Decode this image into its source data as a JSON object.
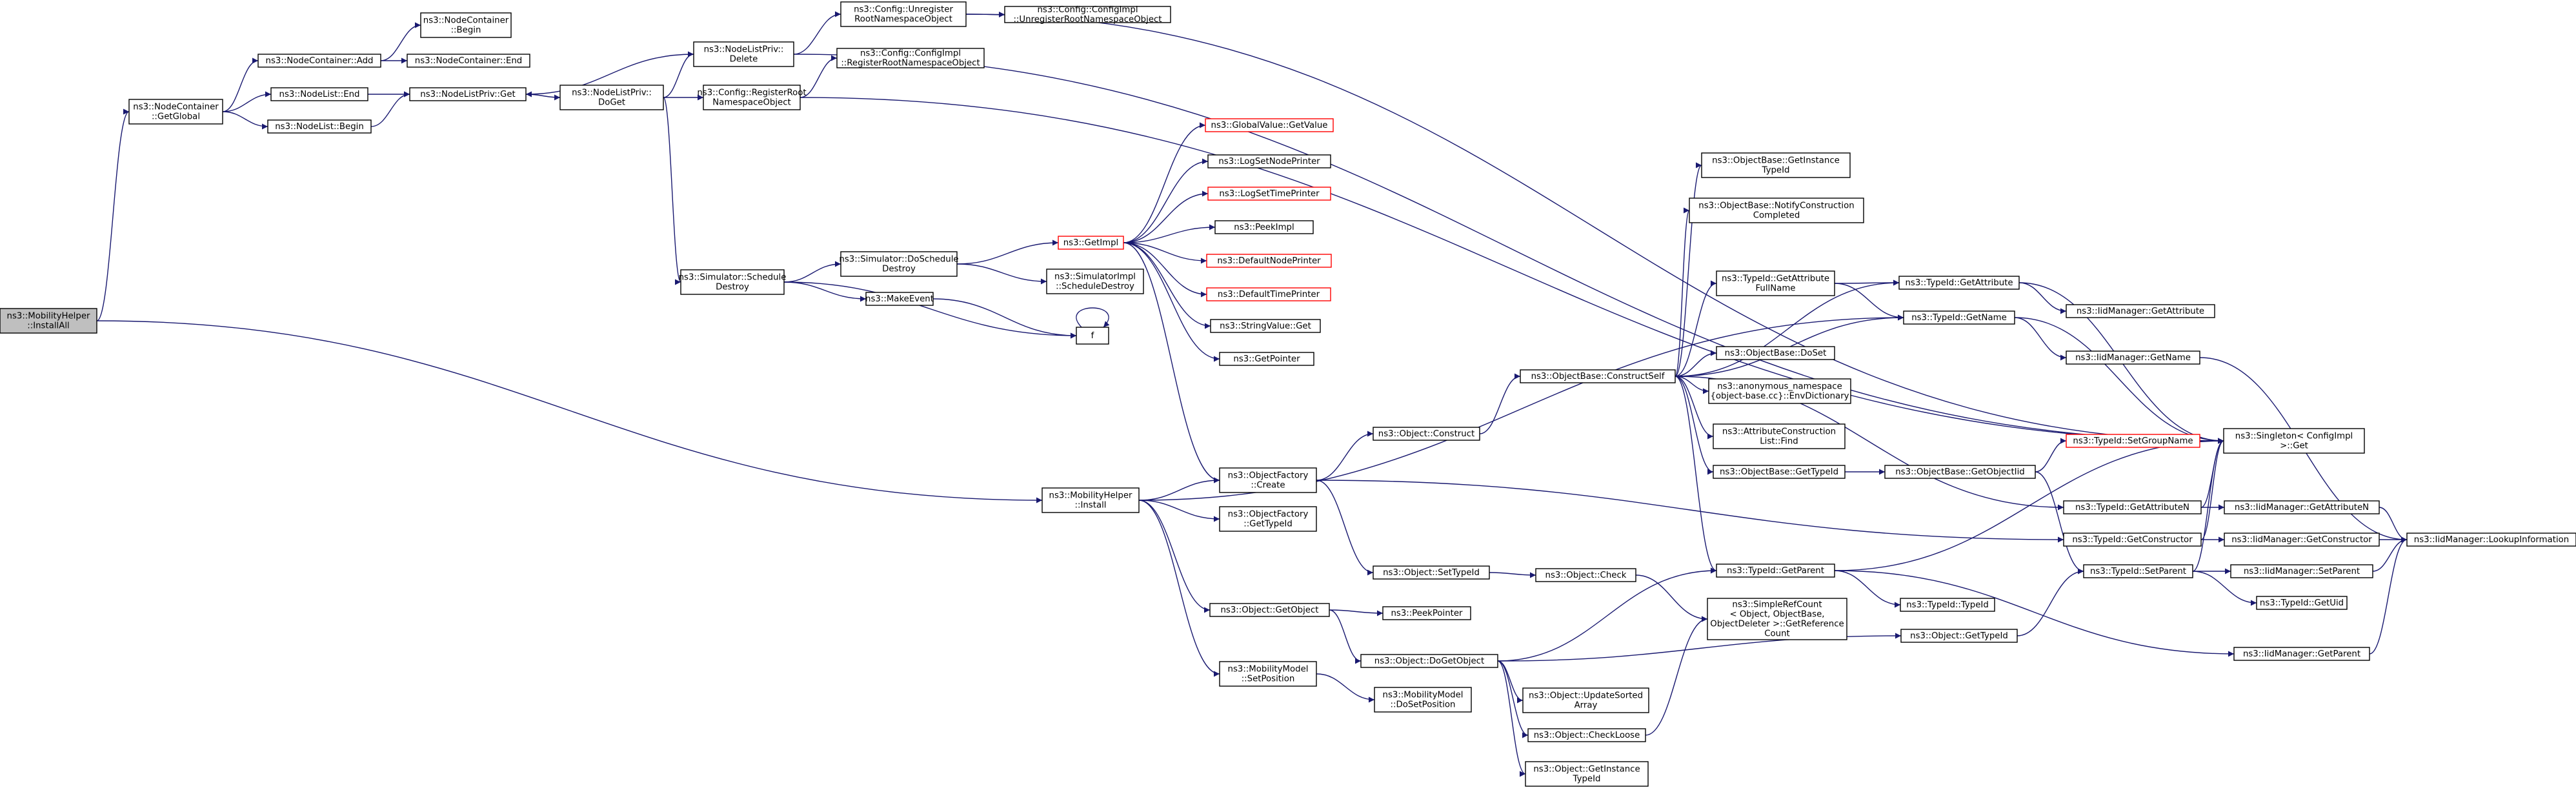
{
  "colors": {
    "edge": "#191970",
    "node_border": "#000000",
    "red_border": "#ff0000",
    "root_fill": "#bfbfbf"
  },
  "nodes": [
    {
      "id": "root",
      "lines": [
        "ns3::MobilityHelper",
        "::InstallAll"
      ],
      "style": "root"
    },
    {
      "id": "ncGetGlobal",
      "lines": [
        "ns3::NodeContainer",
        "::GetGlobal"
      ]
    },
    {
      "id": "ncAdd",
      "lines": [
        "ns3::NodeContainer::Add"
      ]
    },
    {
      "id": "ncBegin",
      "lines": [
        "ns3::NodeContainer",
        "::Begin"
      ]
    },
    {
      "id": "ncEnd",
      "lines": [
        "ns3::NodeContainer::End"
      ]
    },
    {
      "id": "nlEnd",
      "lines": [
        "ns3::NodeList::End"
      ]
    },
    {
      "id": "nlBegin",
      "lines": [
        "ns3::NodeList::Begin"
      ]
    },
    {
      "id": "nlpGet",
      "lines": [
        "ns3::NodeListPriv::Get"
      ]
    },
    {
      "id": "nlpDelete",
      "lines": [
        "ns3::NodeListPriv::",
        "Delete"
      ]
    },
    {
      "id": "nlpDoGet",
      "lines": [
        "ns3::NodeListPriv::",
        "DoGet"
      ]
    },
    {
      "id": "cfgUnreg",
      "lines": [
        "ns3::Config::Unregister",
        "RootNamespaceObject"
      ]
    },
    {
      "id": "cfgImplUnreg",
      "lines": [
        "ns3::Config::ConfigImpl",
        "::UnregisterRootNamespaceObject"
      ]
    },
    {
      "id": "cfgReg",
      "lines": [
        "ns3::Config::RegisterRoot",
        "NamespaceObject"
      ]
    },
    {
      "id": "cfgImplReg",
      "lines": [
        "ns3::Config::ConfigImpl",
        "::RegisterRootNamespaceObject"
      ]
    },
    {
      "id": "simSchedDestroy",
      "lines": [
        "ns3::Simulator::Schedule",
        "Destroy"
      ]
    },
    {
      "id": "simDoSchedDestroy",
      "lines": [
        "ns3::Simulator::DoSchedule",
        "Destroy"
      ]
    },
    {
      "id": "makeEvent",
      "lines": [
        "ns3::MakeEvent"
      ]
    },
    {
      "id": "simImplSched",
      "lines": [
        "ns3::SimulatorImpl",
        "::ScheduleDestroy"
      ]
    },
    {
      "id": "f",
      "lines": [
        "f"
      ]
    },
    {
      "id": "getImpl",
      "lines": [
        "ns3::GetImpl"
      ],
      "style": "red"
    },
    {
      "id": "gvGetValue",
      "lines": [
        "ns3::GlobalValue::GetValue"
      ],
      "style": "red"
    },
    {
      "id": "logSetNode",
      "lines": [
        "ns3::LogSetNodePrinter"
      ]
    },
    {
      "id": "logSetTime",
      "lines": [
        "ns3::LogSetTimePrinter"
      ],
      "style": "red"
    },
    {
      "id": "peekImpl",
      "lines": [
        "ns3::PeekImpl"
      ]
    },
    {
      "id": "defNodePrinter",
      "lines": [
        "ns3::DefaultNodePrinter"
      ],
      "style": "red"
    },
    {
      "id": "defTimePrinter",
      "lines": [
        "ns3::DefaultTimePrinter"
      ],
      "style": "red"
    },
    {
      "id": "stringValueGet",
      "lines": [
        "ns3::StringValue::Get"
      ]
    },
    {
      "id": "getPointer",
      "lines": [
        "ns3::GetPointer"
      ]
    },
    {
      "id": "mhInstall",
      "lines": [
        "ns3::MobilityHelper",
        "::Install"
      ]
    },
    {
      "id": "ofCreate",
      "lines": [
        "ns3::ObjectFactory",
        "::Create"
      ]
    },
    {
      "id": "ofGetTypeId",
      "lines": [
        "ns3::ObjectFactory",
        "::GetTypeId"
      ]
    },
    {
      "id": "objGetObject",
      "lines": [
        "ns3::Object::GetObject"
      ]
    },
    {
      "id": "mmSetPosition",
      "lines": [
        "ns3::MobilityModel",
        "::SetPosition"
      ]
    },
    {
      "id": "objConstruct",
      "lines": [
        "ns3::Object::Construct"
      ]
    },
    {
      "id": "objSetTypeId",
      "lines": [
        "ns3::Object::SetTypeId"
      ]
    },
    {
      "id": "objCheck",
      "lines": [
        "ns3::Object::Check"
      ]
    },
    {
      "id": "peekPointer",
      "lines": [
        "ns3::PeekPointer"
      ]
    },
    {
      "id": "objDoGetObject",
      "lines": [
        "ns3::Object::DoGetObject"
      ]
    },
    {
      "id": "mmDoSetPosition",
      "lines": [
        "ns3::MobilityModel",
        "::DoSetPosition"
      ]
    },
    {
      "id": "obConstructSelf",
      "lines": [
        "ns3::ObjectBase::ConstructSelf"
      ]
    },
    {
      "id": "obGetInstanceTypeId",
      "lines": [
        "ns3::ObjectBase::GetInstance",
        "TypeId"
      ]
    },
    {
      "id": "obNotify",
      "lines": [
        "ns3::ObjectBase::NotifyConstruction",
        "Completed"
      ]
    },
    {
      "id": "tidGetAttrFull",
      "lines": [
        "ns3::TypeId::GetAttribute",
        "FullName"
      ]
    },
    {
      "id": "obDoSet",
      "lines": [
        "ns3::ObjectBase::DoSet"
      ]
    },
    {
      "id": "anonEnv",
      "lines": [
        "ns3::anonymous_namespace",
        "{object-base.cc}::EnvDictionary"
      ]
    },
    {
      "id": "acListFind",
      "lines": [
        "ns3::AttributeConstruction",
        "List::Find"
      ]
    },
    {
      "id": "obGetTypeId",
      "lines": [
        "ns3::ObjectBase::GetTypeId"
      ]
    },
    {
      "id": "tidGetParent",
      "lines": [
        "ns3::TypeId::GetParent"
      ]
    },
    {
      "id": "srcGetRef",
      "lines": [
        "ns3::SimpleRefCount",
        "< Object, ObjectBase,",
        "ObjectDeleter >::GetReference",
        "Count"
      ]
    },
    {
      "id": "tidTypeId",
      "lines": [
        "ns3::TypeId::TypeId"
      ]
    },
    {
      "id": "objUpdateSorted",
      "lines": [
        "ns3::Object::UpdateSorted",
        "Array"
      ]
    },
    {
      "id": "objCheckLoose",
      "lines": [
        "ns3::Object::CheckLoose"
      ]
    },
    {
      "id": "objGetInstanceTypeId",
      "lines": [
        "ns3::Object::GetInstance",
        "TypeId"
      ]
    },
    {
      "id": "objGetTypeId",
      "lines": [
        "ns3::Object::GetTypeId"
      ]
    },
    {
      "id": "obGetObjectIid",
      "lines": [
        "ns3::ObjectBase::GetObjectIid"
      ]
    },
    {
      "id": "tidGetAttribute",
      "lines": [
        "ns3::TypeId::GetAttribute"
      ]
    },
    {
      "id": "tidGetName",
      "lines": [
        "ns3::TypeId::GetName"
      ]
    },
    {
      "id": "iidGetAttribute",
      "lines": [
        "ns3::IidManager::GetAttribute"
      ]
    },
    {
      "id": "iidGetName",
      "lines": [
        "ns3::IidManager::GetName"
      ]
    },
    {
      "id": "tidSetGroupName",
      "lines": [
        "ns3::TypeId::SetGroupName"
      ],
      "style": "red"
    },
    {
      "id": "tidGetAttributeN",
      "lines": [
        "ns3::TypeId::GetAttributeN"
      ]
    },
    {
      "id": "tidGetConstructor",
      "lines": [
        "ns3::TypeId::GetConstructor"
      ]
    },
    {
      "id": "tidSetParent",
      "lines": [
        "ns3::TypeId::SetParent"
      ]
    },
    {
      "id": "tidGetUid",
      "lines": [
        "ns3::TypeId::GetUid"
      ]
    },
    {
      "id": "iidGetAttributeN",
      "lines": [
        "ns3::IidManager::GetAttributeN"
      ]
    },
    {
      "id": "iidGetConstructor",
      "lines": [
        "ns3::IidManager::GetConstructor"
      ]
    },
    {
      "id": "iidSetParent",
      "lines": [
        "ns3::IidManager::SetParent"
      ]
    },
    {
      "id": "iidGetParent",
      "lines": [
        "ns3::IidManager::GetParent"
      ]
    },
    {
      "id": "singletonGet",
      "lines": [
        "ns3::Singleton< ConfigImpl",
        " >::Get"
      ]
    },
    {
      "id": "iidLookup",
      "lines": [
        "ns3::IidManager::LookupInformation"
      ]
    }
  ],
  "edges": [
    [
      "root",
      "ncGetGlobal"
    ],
    [
      "root",
      "mhInstall"
    ],
    [
      "ncGetGlobal",
      "ncAdd"
    ],
    [
      "ncGetGlobal",
      "nlEnd"
    ],
    [
      "ncGetGlobal",
      "nlBegin"
    ],
    [
      "ncAdd",
      "ncBegin"
    ],
    [
      "ncAdd",
      "ncEnd"
    ],
    [
      "nlEnd",
      "nlpGet"
    ],
    [
      "nlBegin",
      "nlpGet"
    ],
    [
      "nlpGet",
      "nlpDoGet"
    ],
    [
      "nlpDelete",
      "nlpGet"
    ],
    [
      "nlpDelete",
      "cfgUnreg"
    ],
    [
      "nlpDelete",
      "singletonGet"
    ],
    [
      "nlpDoGet",
      "nlpDelete"
    ],
    [
      "nlpDoGet",
      "cfgReg"
    ],
    [
      "nlpDoGet",
      "simSchedDestroy"
    ],
    [
      "cfgUnreg",
      "cfgImplUnreg"
    ],
    [
      "cfgUnreg",
      "singletonGet"
    ],
    [
      "cfgReg",
      "cfgImplReg"
    ],
    [
      "cfgReg",
      "singletonGet"
    ],
    [
      "simSchedDestroy",
      "simDoSchedDestroy"
    ],
    [
      "simSchedDestroy",
      "makeEvent"
    ],
    [
      "simSchedDestroy",
      "f"
    ],
    [
      "simDoSchedDestroy",
      "getImpl"
    ],
    [
      "simDoSchedDestroy",
      "simImplSched"
    ],
    [
      "makeEvent",
      "f"
    ],
    [
      "f",
      "f"
    ],
    [
      "getImpl",
      "gvGetValue"
    ],
    [
      "getImpl",
      "logSetNode"
    ],
    [
      "getImpl",
      "logSetTime"
    ],
    [
      "getImpl",
      "peekImpl"
    ],
    [
      "getImpl",
      "defNodePrinter"
    ],
    [
      "getImpl",
      "defTimePrinter"
    ],
    [
      "getImpl",
      "stringValueGet"
    ],
    [
      "getImpl",
      "getPointer"
    ],
    [
      "getImpl",
      "ofCreate"
    ],
    [
      "mhInstall",
      "ofCreate"
    ],
    [
      "mhInstall",
      "ofGetTypeId"
    ],
    [
      "mhInstall",
      "objGetObject"
    ],
    [
      "mhInstall",
      "mmSetPosition"
    ],
    [
      "mhInstall",
      "tidGetName"
    ],
    [
      "ofCreate",
      "objConstruct"
    ],
    [
      "ofCreate",
      "objSetTypeId"
    ],
    [
      "ofCreate",
      "tidGetConstructor"
    ],
    [
      "objConstruct",
      "obConstructSelf"
    ],
    [
      "objSetTypeId",
      "objCheck"
    ],
    [
      "objCheck",
      "srcGetRef"
    ],
    [
      "objGetObject",
      "peekPointer"
    ],
    [
      "objGetObject",
      "objDoGetObject"
    ],
    [
      "mmSetPosition",
      "mmDoSetPosition"
    ],
    [
      "objDoGetObject",
      "tidGetParent"
    ],
    [
      "objDoGetObject",
      "objGetTypeId"
    ],
    [
      "objDoGetObject",
      "objUpdateSorted"
    ],
    [
      "objDoGetObject",
      "objCheckLoose"
    ],
    [
      "objDoGetObject",
      "objGetInstanceTypeId"
    ],
    [
      "objCheckLoose",
      "srcGetRef"
    ],
    [
      "obConstructSelf",
      "obGetInstanceTypeId"
    ],
    [
      "obConstructSelf",
      "obNotify"
    ],
    [
      "obConstructSelf",
      "tidGetAttrFull"
    ],
    [
      "obConstructSelf",
      "tidGetAttribute"
    ],
    [
      "obConstructSelf",
      "tidGetName"
    ],
    [
      "obConstructSelf",
      "obDoSet"
    ],
    [
      "obConstructSelf",
      "anonEnv"
    ],
    [
      "obConstructSelf",
      "acListFind"
    ],
    [
      "obConstructSelf",
      "obGetTypeId"
    ],
    [
      "obConstructSelf",
      "tidGetAttributeN"
    ],
    [
      "obConstructSelf",
      "tidGetParent"
    ],
    [
      "tidGetAttrFull",
      "tidGetAttribute"
    ],
    [
      "tidGetAttrFull",
      "tidGetName"
    ],
    [
      "obGetTypeId",
      "obGetObjectIid"
    ],
    [
      "obGetObjectIid",
      "tidSetGroupName"
    ],
    [
      "obGetObjectIid",
      "tidSetParent"
    ],
    [
      "tidGetParent",
      "tidTypeId"
    ],
    [
      "tidGetParent",
      "iidGetParent"
    ],
    [
      "tidGetParent",
      "singletonGet"
    ],
    [
      "objGetTypeId",
      "tidSetParent"
    ],
    [
      "tidGetAttribute",
      "iidGetAttribute"
    ],
    [
      "tidGetAttribute",
      "singletonGet"
    ],
    [
      "tidGetName",
      "iidGetName"
    ],
    [
      "tidGetName",
      "singletonGet"
    ],
    [
      "iidGetName",
      "iidLookup"
    ],
    [
      "tidSetGroupName",
      "singletonGet"
    ],
    [
      "tidGetAttributeN",
      "iidGetAttributeN"
    ],
    [
      "tidGetAttributeN",
      "singletonGet"
    ],
    [
      "tidGetConstructor",
      "iidGetConstructor"
    ],
    [
      "tidGetConstructor",
      "singletonGet"
    ],
    [
      "tidSetParent",
      "iidSetParent"
    ],
    [
      "tidSetParent",
      "tidGetUid"
    ],
    [
      "tidSetParent",
      "singletonGet"
    ],
    [
      "iidGetAttributeN",
      "iidLookup"
    ],
    [
      "iidGetConstructor",
      "iidLookup"
    ],
    [
      "iidSetParent",
      "iidLookup"
    ],
    [
      "iidGetParent",
      "iidLookup"
    ]
  ]
}
